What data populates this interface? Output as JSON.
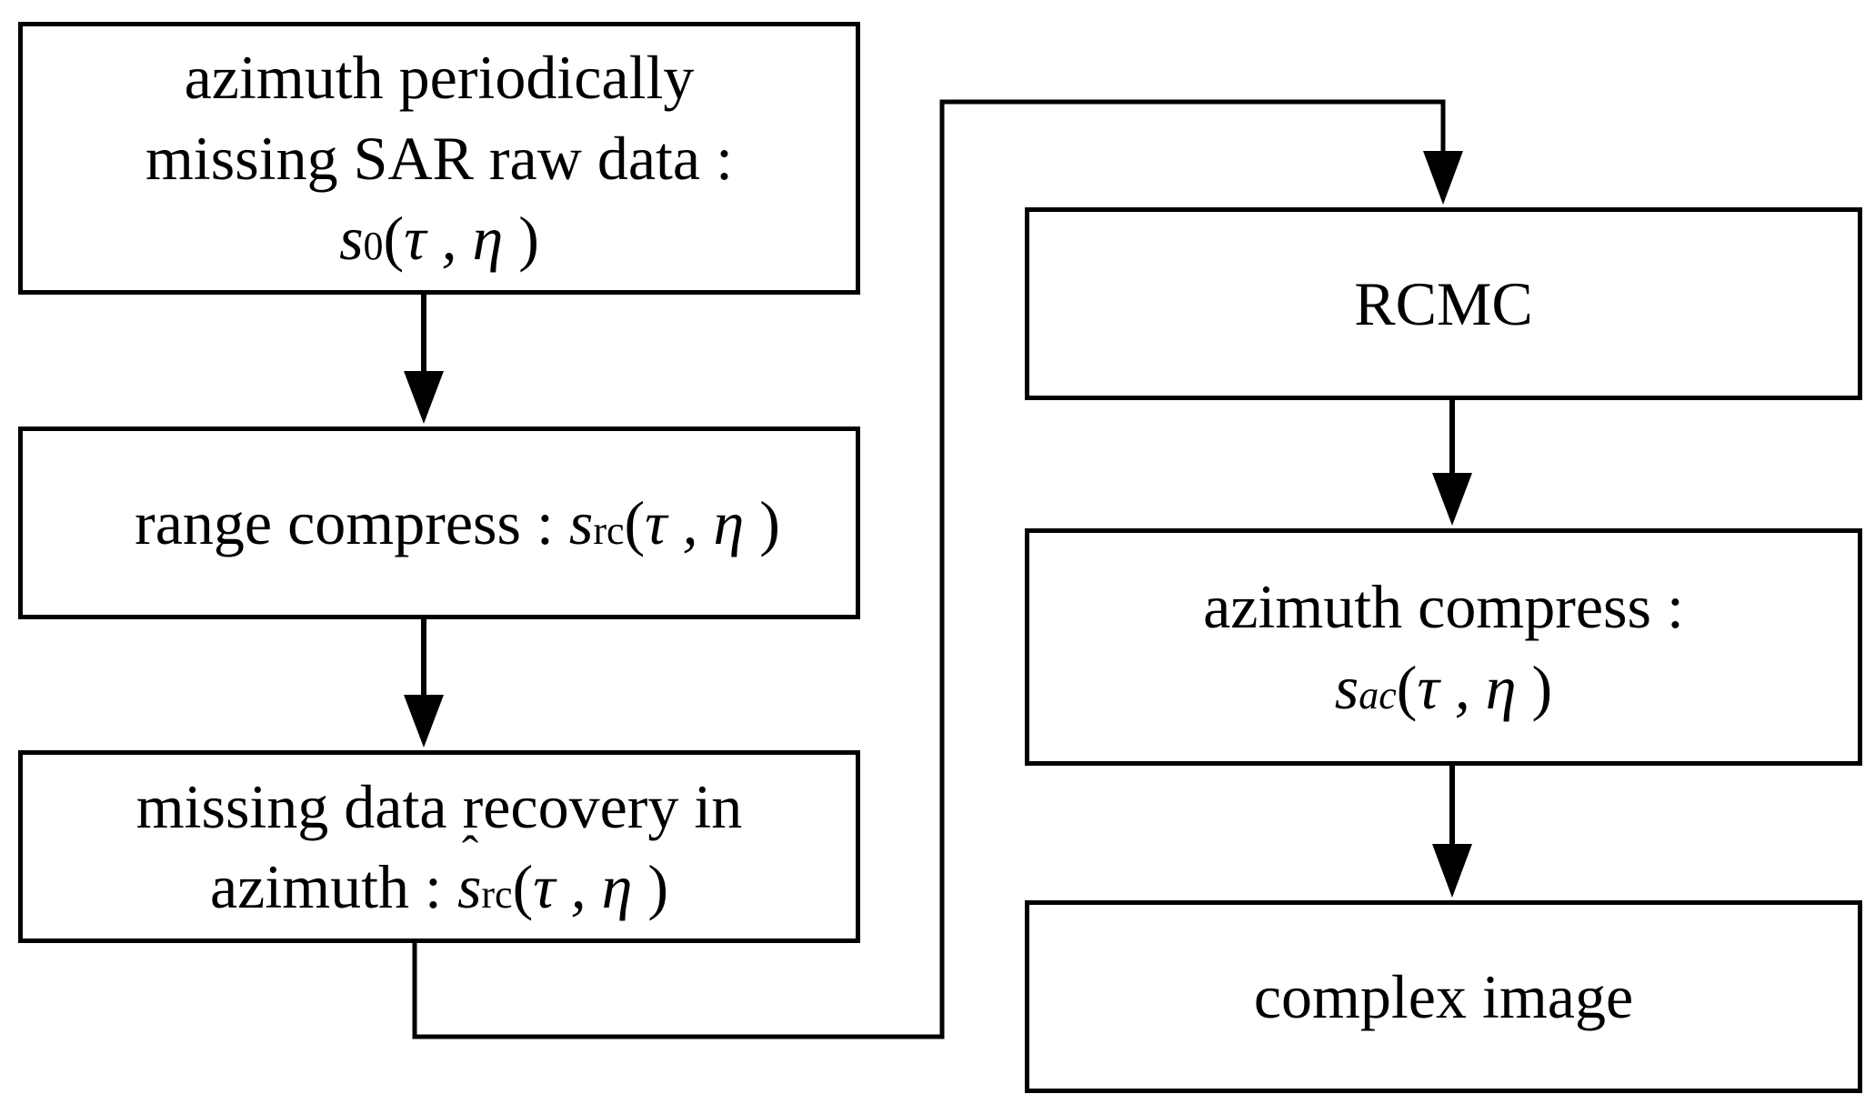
{
  "diagram": {
    "nodes": [
      {
        "id": "raw",
        "lines": [
          "azimuth periodically",
          "missing SAR raw data :"
        ],
        "symbol": {
          "base": "s",
          "sub": "0",
          "args": "τ , η"
        }
      },
      {
        "id": "range",
        "text": "range compress :",
        "symbol": {
          "base": "s",
          "sub": "rc",
          "args": "τ , η"
        }
      },
      {
        "id": "recover",
        "lines": [
          "missing data recovery in",
          "azimuth  :"
        ],
        "symbol": {
          "base": "s",
          "sub": "rc",
          "args": "τ , η"
        }
      },
      {
        "id": "rcmc",
        "text": "RCMC"
      },
      {
        "id": "azcomp",
        "lines": [
          "azimuth compress :"
        ],
        "symbol": {
          "base": "s",
          "sub": "ac",
          "args": "τ , η"
        }
      },
      {
        "id": "image",
        "text": "complex image"
      }
    ],
    "edges": [
      {
        "from": "raw",
        "to": "range"
      },
      {
        "from": "range",
        "to": "recover"
      },
      {
        "from": "recover",
        "to": "rcmc"
      },
      {
        "from": "rcmc",
        "to": "azcomp"
      },
      {
        "from": "azcomp",
        "to": "image"
      }
    ],
    "colors": {
      "stroke": "#000000",
      "fill": "#ffffff"
    }
  }
}
